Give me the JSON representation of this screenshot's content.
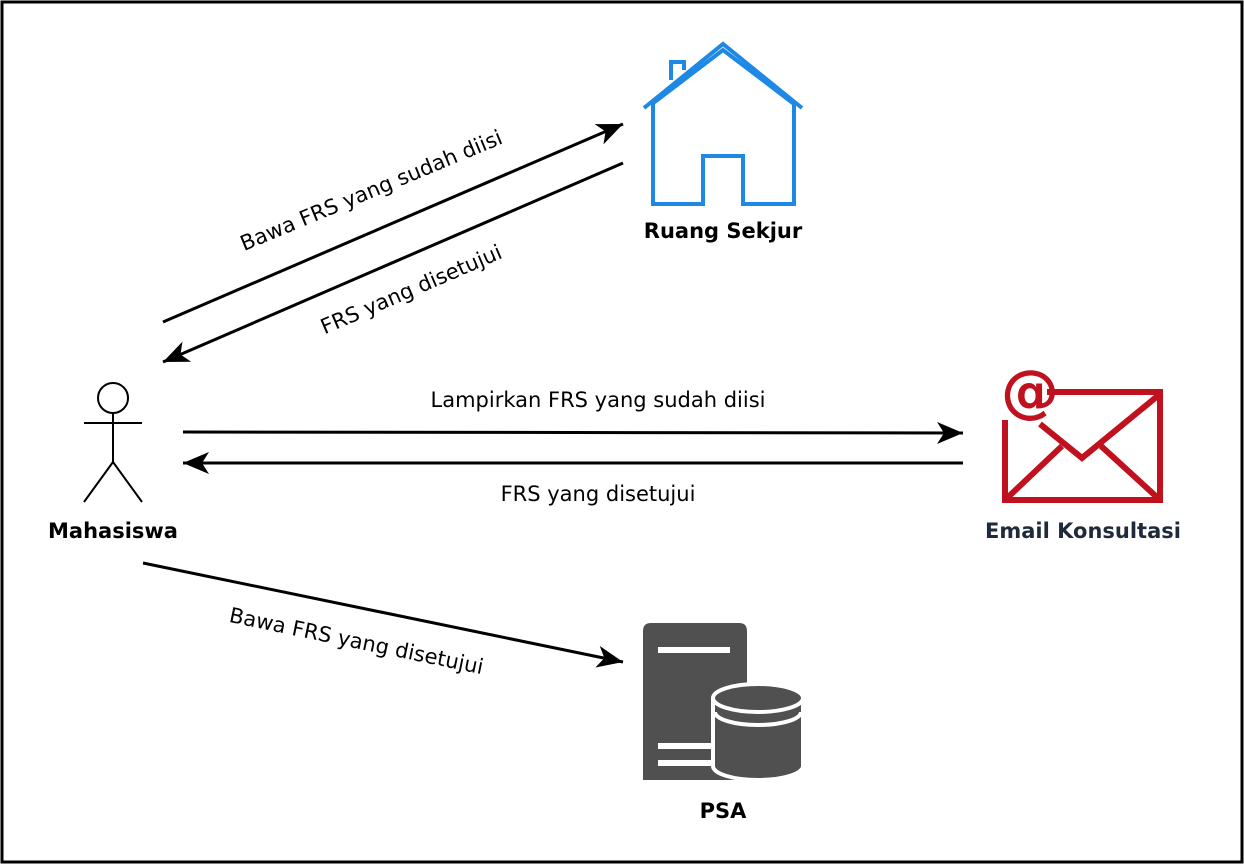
{
  "nodes": {
    "mahasiswa": {
      "label": "Mahasiswa",
      "color": "#000000",
      "icon": "stick-figure-icon"
    },
    "ruang_sekjur": {
      "label": "Ruang Sekjur",
      "color": "#000000",
      "icon_color": "#1E88E5",
      "icon": "house-icon"
    },
    "email": {
      "label": "Email Konsultasi",
      "color": "#1F2A3A",
      "icon_color": "#C0111F",
      "icon": "email-envelope-icon"
    },
    "psa": {
      "label": "PSA",
      "color": "#000000",
      "icon_color": "#505050",
      "icon": "server-database-icon"
    }
  },
  "edges": [
    {
      "from": "Mahasiswa",
      "to": "Ruang Sekjur",
      "label": "Bawa FRS yang sudah diisi"
    },
    {
      "from": "Ruang Sekjur",
      "to": "Mahasiswa",
      "label": "FRS yang disetujui"
    },
    {
      "from": "Mahasiswa",
      "to": "Email Konsultasi",
      "label": "Lampirkan FRS yang sudah diisi"
    },
    {
      "from": "Email Konsultasi",
      "to": "Mahasiswa",
      "label": "FRS yang disetujui"
    },
    {
      "from": "Mahasiswa",
      "to": "PSA",
      "label": "Bawa FRS yang disetujui"
    }
  ]
}
